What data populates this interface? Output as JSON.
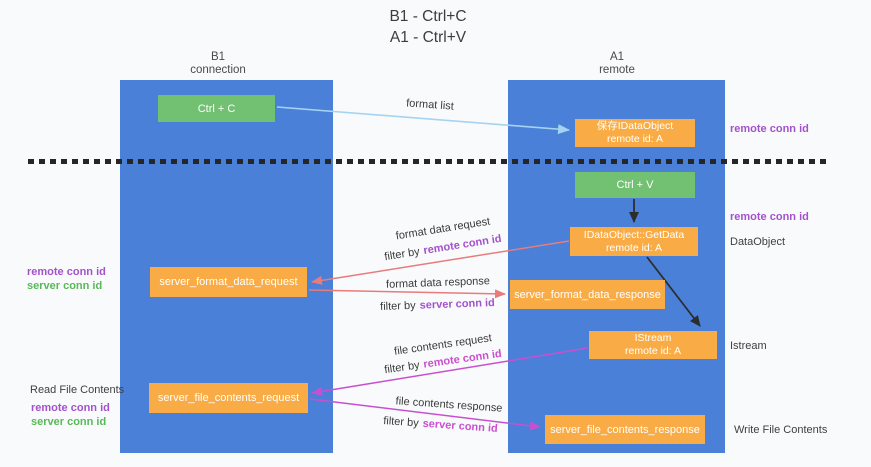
{
  "title": {
    "line1": "B1 - Ctrl+C",
    "line2": "A1 - Ctrl+V"
  },
  "lifelines": {
    "left": {
      "name": "B1",
      "role": "connection"
    },
    "right": {
      "name": "A1",
      "role": "remote"
    }
  },
  "nodes": {
    "ctrl_c": {
      "label": "Ctrl + C"
    },
    "ctrl_v": {
      "label": "Ctrl + V"
    },
    "save_dataobject": {
      "line1": "保存IDataObject",
      "line2": "remote id: A"
    },
    "getdata": {
      "line1": "IDataObject::GetData",
      "line2": "remote id: A"
    },
    "istream": {
      "line1": "IStream",
      "line2": "remote id: A"
    },
    "server_format_data_request": {
      "label": "server_format_data_request"
    },
    "server_format_data_response": {
      "label": "server_format_data_response"
    },
    "server_file_contents_request": {
      "label": "server_file_contents_request"
    },
    "server_file_contents_response": {
      "label": "server_file_contents_response"
    }
  },
  "messages": {
    "format_list": {
      "label": "format list"
    },
    "format_data_request": {
      "label": "format data request",
      "filter_prefix": "filter by",
      "filter_key": "remote conn id"
    },
    "format_data_response": {
      "label": "format data response",
      "filter_prefix": "filter by",
      "filter_key": "server conn id"
    },
    "file_contents_request": {
      "label": "file contents request",
      "filter_prefix": "filter by",
      "filter_key": "remote conn id"
    },
    "file_contents_response": {
      "label": "file contents response",
      "filter_prefix": "filter by",
      "filter_key": "server conn id"
    }
  },
  "side_labels": {
    "right_top_remote_conn_id": "remote conn id",
    "right_mid_remote_conn_id": "remote conn id",
    "dataobject": "DataObject",
    "istream": "Istream",
    "write_file_contents": "Write File Contents",
    "left_format_remote_conn_id": "remote conn id",
    "left_format_server_conn_id": "server conn id",
    "read_file_contents": "Read File Contents",
    "left_file_remote_conn_id": "remote conn id",
    "left_file_server_conn_id": "server conn id"
  },
  "colors": {
    "lifeline_blue": "#4a80d8",
    "node_green": "#72c173",
    "node_orange": "#f9ac45",
    "accent_purple": "#a452cc",
    "accent_magenta": "#c94fd0",
    "accent_green_text": "#57b957",
    "arrow_salmon": "#e87b7b",
    "arrow_lightblue": "#a6d3f2",
    "arrow_black": "#2d2d2d",
    "separator_black": "#262626"
  }
}
